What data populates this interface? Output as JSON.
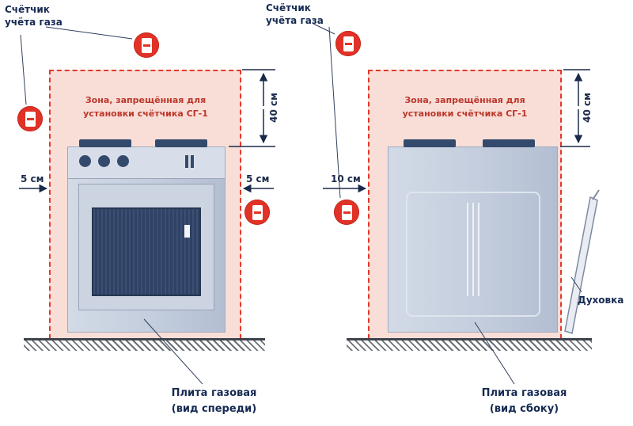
{
  "colors": {
    "accent_red": "#e23227",
    "zone_fill": "#f9ded8",
    "zone_border": "#e23a2c",
    "navy": "#152a52",
    "stove_body": "#c3cddd",
    "oven_window": "#2e4266"
  },
  "labels": {
    "meter_label_left": {
      "line1": "Счётчик",
      "line2": "учёта газа"
    },
    "meter_label_mid": {
      "line1": "Счётчик",
      "line2": "учёта газа"
    },
    "zone_left": {
      "line1": "Зона, запрещённая для",
      "line2": "установки счётчика СГ-1"
    },
    "zone_right": {
      "line1": "Зона, запрещённая для",
      "line2": "установки счётчика СГ-1"
    },
    "oven_door": "Духовка",
    "caption_front": {
      "line1": "Плита газовая",
      "line2": "(вид спереди)"
    },
    "caption_side": {
      "line1": "Плита газовая",
      "line2": "(вид сбоку)"
    }
  },
  "dimensions": {
    "front_left_gap": "5 см",
    "front_right_gap": "5 см",
    "side_left_gap": "10 см",
    "front_height": "40 см",
    "side_height": "40 см"
  }
}
